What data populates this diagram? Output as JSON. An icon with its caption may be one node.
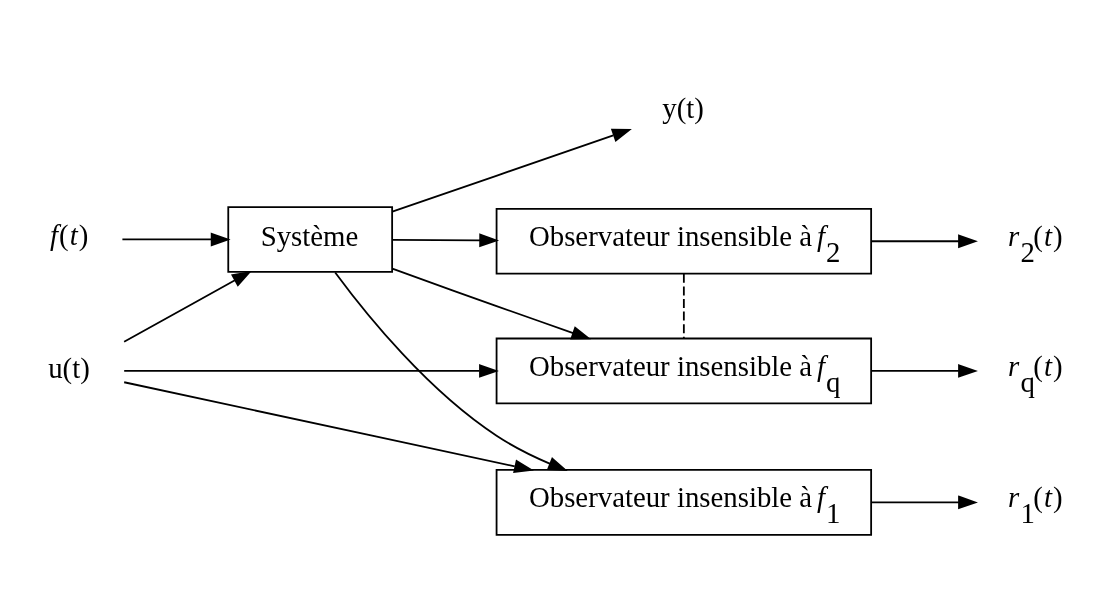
{
  "diagram": {
    "nodes": [
      {
        "text": [
          "u(t)"
        ]
      },
      {
        "text": [
          "*f*(*t*)"
        ]
      },
      {
        "text": [
          "Système"
        ]
      },
      {
        "text": [
          "y(t)"
        ]
      },
      {
        "text": [
          "Observateur insensible à *f*$_{1}$"
        ]
      },
      {
        "text": [
          "Observateur insensible à *f*$_{2}$"
        ]
      },
      {
        "text": [
          "Observateur insensible à *f*$_{q}$"
        ]
      },
      {
        "text": [
          "*r*$_{1}$(*t*)"
        ]
      },
      {
        "text": [
          "*r*$_{2}$(*t*)"
        ]
      },
      {
        "text": [
          "*r*$_{q}$(*t*)"
        ]
      }
    ],
    "edges": [
      {
        "from": 0,
        "to": 2,
        "arrow": "to"
      },
      {
        "from": 1,
        "to": 2,
        "arrow": "to"
      },
      {
        "from": 2,
        "to": 3,
        "arrow": "to"
      },
      {
        "from": 0,
        "to": 4,
        "arrow": "to"
      },
      {
        "from": 2,
        "to": 4,
        "arrow": "to"
      },
      {
        "from": 2,
        "to": 5,
        "arrow": "to"
      },
      {
        "from": 0,
        "to": 6,
        "arrow": "to"
      },
      {
        "from": 2,
        "to": 6,
        "arrow": "to"
      },
      {
        "from": 5,
        "to": 6,
        "arrow": "none",
        "style": "dashed"
      },
      {
        "from": 4,
        "to": 7,
        "arrow": "to"
      },
      {
        "from": 5,
        "to": 8,
        "arrow": "to"
      },
      {
        "from": 6,
        "to": 9,
        "arrow": "to"
      }
    ]
  }
}
